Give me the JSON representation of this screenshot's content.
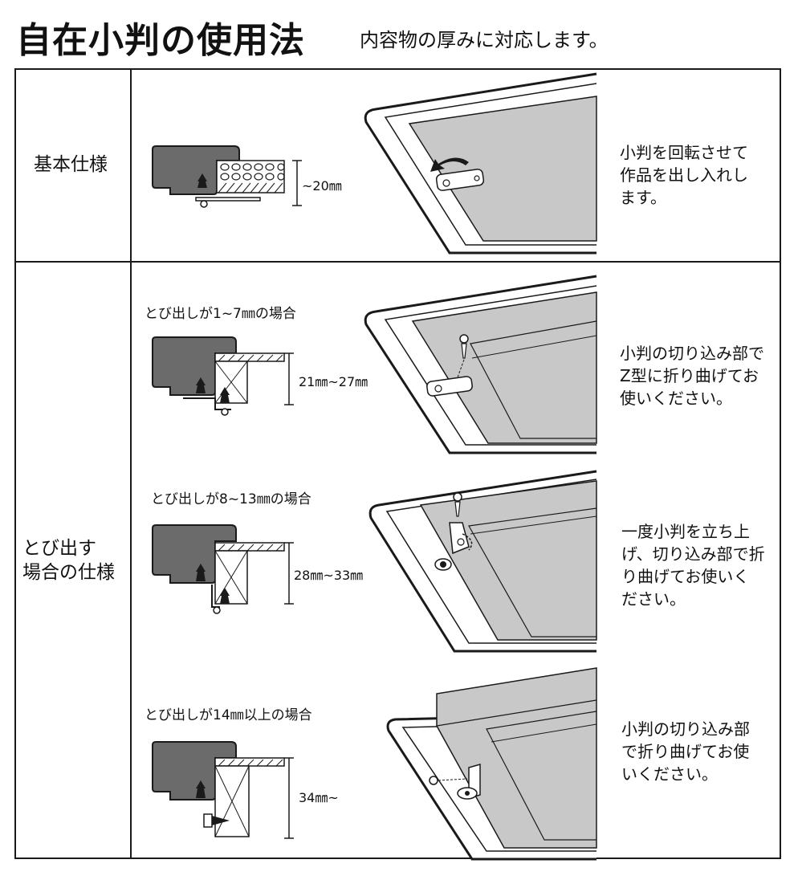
{
  "header": {
    "title": "自在小判の使用法",
    "subtitle": "内容物の厚みに対応します。"
  },
  "rows": {
    "basic": {
      "label": "基本仕様",
      "dimension": "~20㎜",
      "description": [
        "小判を回転させて",
        "作品を出し入れし",
        "ます。"
      ]
    },
    "protrude": {
      "label_lines": [
        "とび出す",
        "場合の仕様"
      ]
    }
  },
  "cases": [
    {
      "caption": "とび出しが1~7㎜の場合",
      "dimension": "21㎜~27㎜",
      "description": [
        "小判の切り込み部で",
        "Z型に折り曲げてお",
        "使いください。"
      ]
    },
    {
      "caption": "とび出しが8~13㎜の場合",
      "dimension": "28㎜~33㎜",
      "description": [
        "一度小判を立ち上",
        "げ、切り込み部で折",
        "り曲げてお使いく",
        "ださい。"
      ]
    },
    {
      "caption": "とび出しが14㎜以上の場合",
      "dimension": "34㎜~",
      "description": [
        "小判の切り込み部",
        "で折り曲げてお使",
        "いください。"
      ]
    }
  ],
  "colors": {
    "frame_gray": "#6b6b6b",
    "panel_gray": "#c8c8c8",
    "line": "#1a1a1a"
  }
}
